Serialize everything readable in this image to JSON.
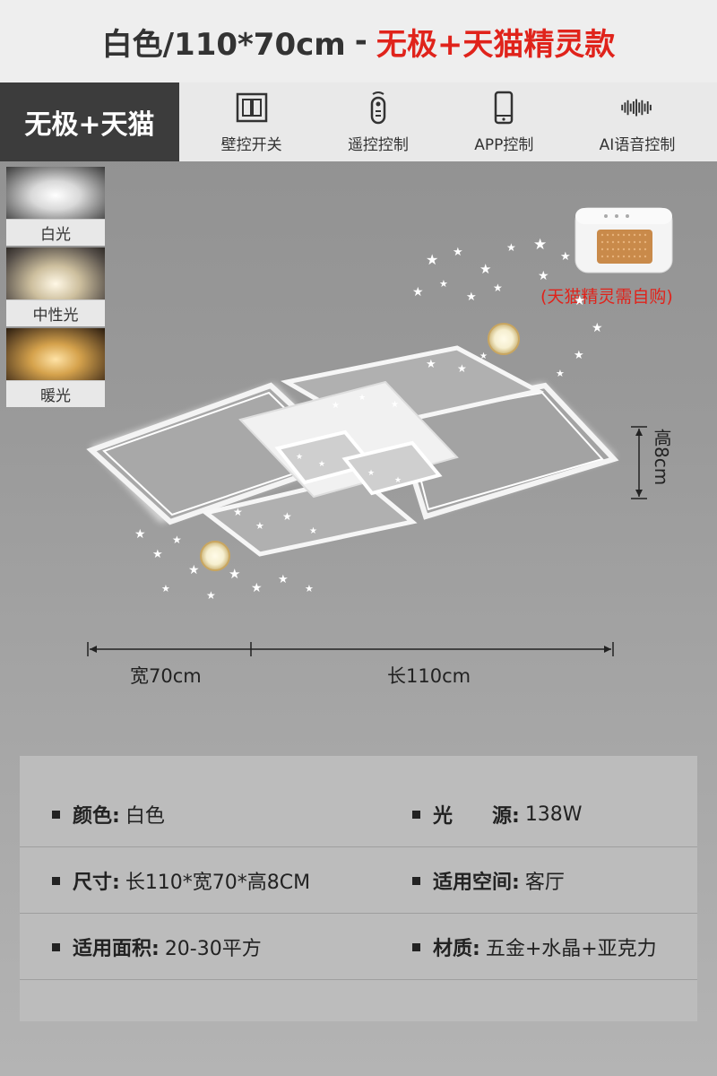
{
  "title": {
    "variant": "白色/110*70cm",
    "separator": "-",
    "edition": "无极+天猫精灵款"
  },
  "feature_bar": {
    "badge": "无极+天猫",
    "items": [
      {
        "label": "壁控开关",
        "icon": "wall-switch-icon"
      },
      {
        "label": "遥控控制",
        "icon": "remote-control-icon"
      },
      {
        "label": "APP控制",
        "icon": "smartphone-icon"
      },
      {
        "label": "AI语音控制",
        "icon": "voice-wave-icon"
      }
    ]
  },
  "light_modes": [
    {
      "label": "白光"
    },
    {
      "label": "中性光"
    },
    {
      "label": "暖光"
    }
  ],
  "speaker_note": "(天猫精灵需自购)",
  "dimensions": {
    "height": "高8cm",
    "width": "宽70cm",
    "length": "长110cm"
  },
  "specs": {
    "color_key": "颜色:",
    "color_val": "白色",
    "power_key": "光　　源:",
    "power_val": "138W",
    "size_key": "尺寸:",
    "size_val": "长110*宽70*高8CM",
    "space_key": "适用空间:",
    "space_val": "客厅",
    "area_key": "适用面积:",
    "area_val": "20-30平方",
    "material_key": "材质:",
    "material_val": "五金+水晶+亚克力"
  },
  "colors": {
    "accent": "#e0231b",
    "badge_bg": "#3c3c3c",
    "spec_bg": "#bcbcbc"
  }
}
